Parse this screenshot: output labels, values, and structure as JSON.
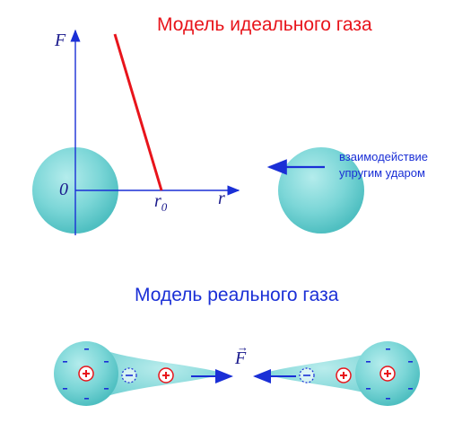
{
  "titles": {
    "ideal_gas": "Модель идеального газа",
    "real_gas": "Модель реального газа"
  },
  "axes": {
    "y_label": "F",
    "origin_label": "0",
    "r0_label": "r",
    "r0_subscript": "0",
    "x_label": "r"
  },
  "interaction": {
    "line1": "взаимодействие",
    "line2": "упругим ударом"
  },
  "real_model": {
    "force_label": "F",
    "force_arrow": "→",
    "plus_sign": "+",
    "minus_sign": "–",
    "small_minus": "-"
  },
  "colors": {
    "title_ideal": "#e8141b",
    "title_real": "#1a2fd6",
    "sphere": "#67d0d2",
    "axis": "#1a2fd6",
    "curve": "#e8141b"
  }
}
